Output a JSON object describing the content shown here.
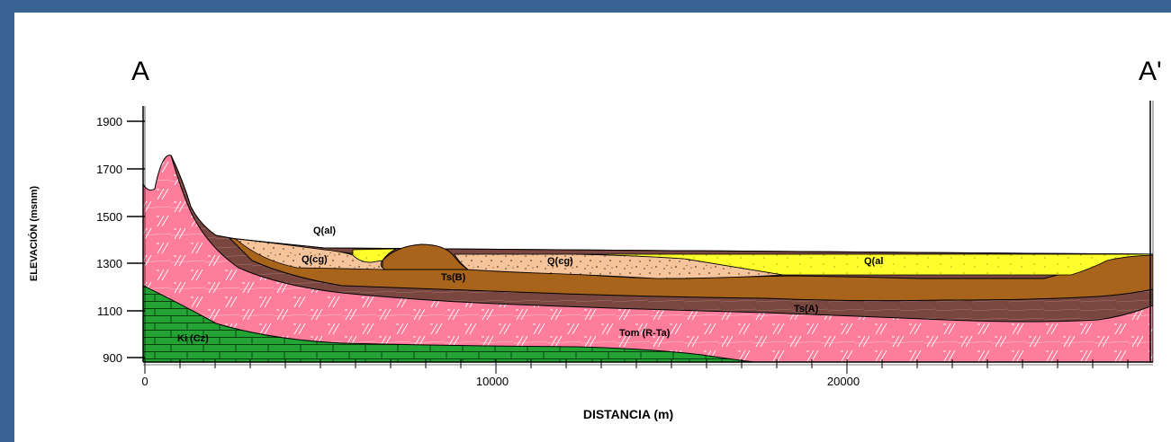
{
  "section": {
    "start_label": "A",
    "end_label": "A'",
    "x_axis_title": "DISTANCIA (m)",
    "y_axis_title": "ELEVACIÓN (msnm)",
    "y_ticks": [
      "1900",
      "1700",
      "1500",
      "1300",
      "1100",
      "900"
    ],
    "x_ticks": [
      "0",
      "10000",
      "20000"
    ]
  },
  "units": {
    "q_al_left": "Q(al)",
    "q_al_right": "Q(al",
    "q_cg_left": "Q(cg)",
    "q_cg_right": "Q(cg)",
    "ts_b": "Ts(B)",
    "ts_a": "Ts(A)",
    "tom": "Tom (R-Ta)",
    "ki": "Ki (Cz)"
  },
  "colors": {
    "frame": "#3a6493",
    "q_al": "#ffff2e",
    "q_cg": "#f5c49b",
    "ts_b": "#a8641a",
    "ts_a": "#7a4640",
    "tom": "#fd7d9a",
    "ki": "#22a333"
  }
}
